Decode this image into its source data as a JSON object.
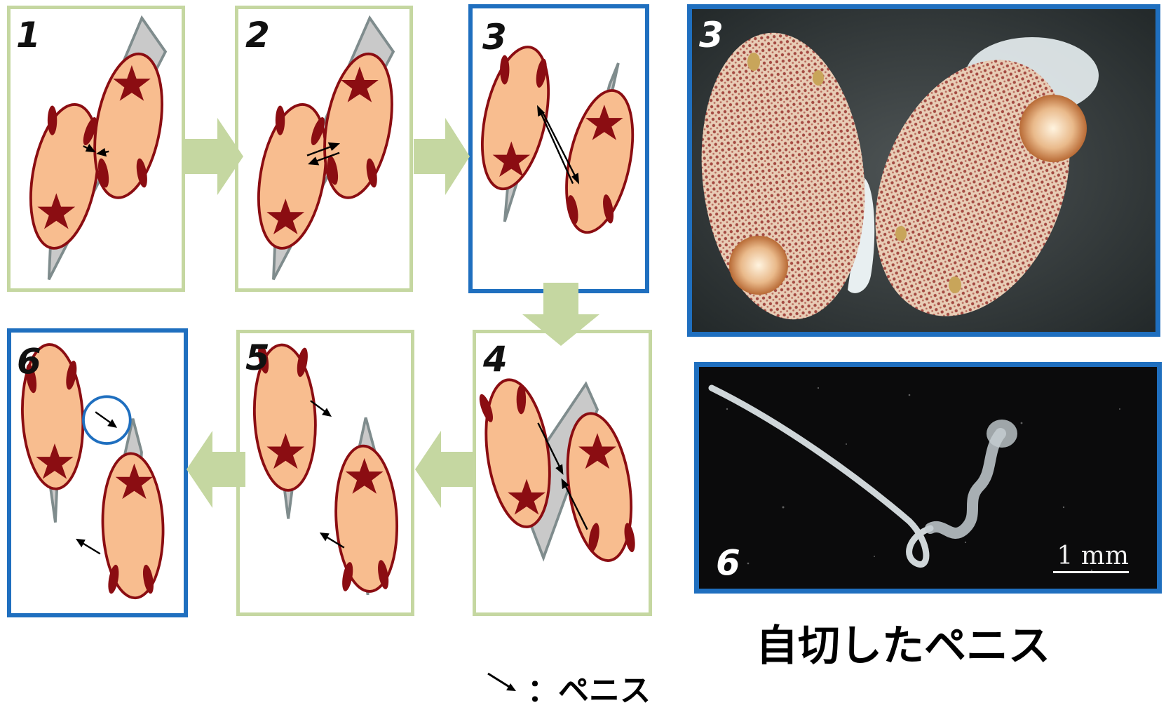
{
  "diagram": {
    "panels": [
      {
        "id": "1",
        "label": "1",
        "frame_color": "#c5d7a1"
      },
      {
        "id": "2",
        "label": "2",
        "frame_color": "#c5d7a1"
      },
      {
        "id": "3",
        "label": "3",
        "frame_color": "#1f6fbf"
      },
      {
        "id": "4",
        "label": "4",
        "frame_color": "#c5d7a1"
      },
      {
        "id": "5",
        "label": "5",
        "frame_color": "#c5d7a1"
      },
      {
        "id": "6",
        "label": "6",
        "frame_color": "#1f6fbf"
      }
    ],
    "colors": {
      "body_fill": "#f8bd8f",
      "body_stroke": "#8b0d12",
      "star": "#8b0d12",
      "rhinophore": "#8b0d12",
      "foot": "#c9c9c9",
      "foot_stroke": "#7f8c8d",
      "flow_arrow": "#c5d7a1",
      "highlight_circle": "#1f6fbf"
    },
    "legend": {
      "icon": "small-arrow-icon",
      "text": "：ペニス"
    }
  },
  "photos": {
    "top": {
      "label": "3"
    },
    "bottom": {
      "label": "6",
      "scale_text": "1 mm",
      "caption": "自切したペニス"
    }
  }
}
